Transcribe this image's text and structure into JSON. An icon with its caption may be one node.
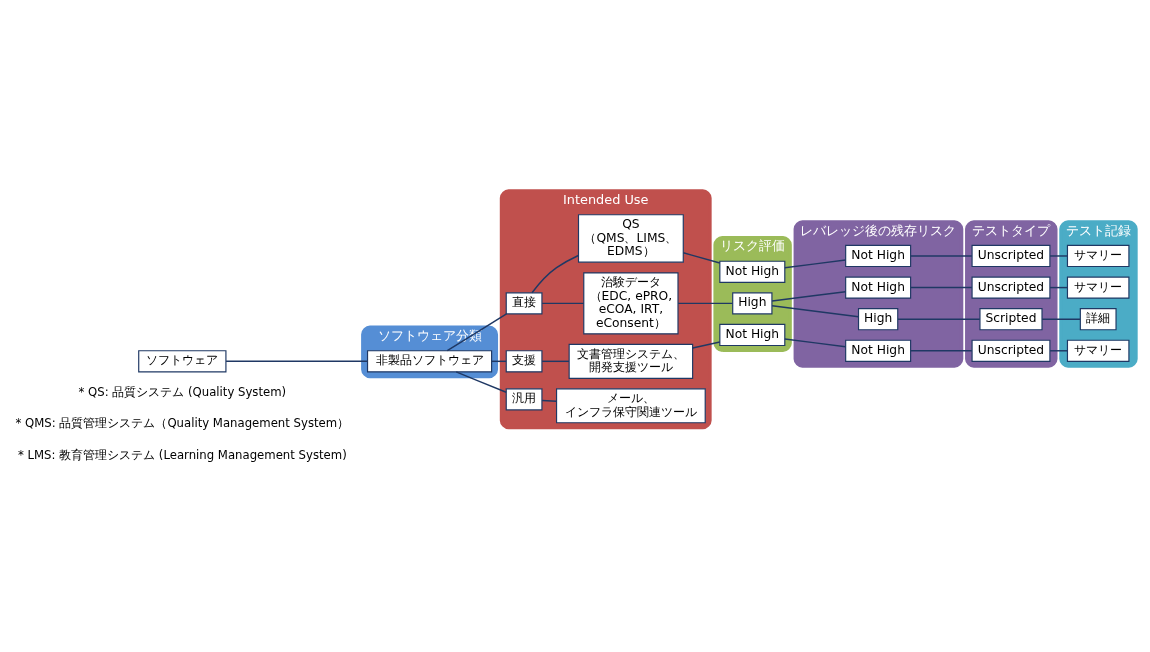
{
  "diagram": {
    "nodes": [
      {
        "text": [
          "ソフトウェア分類"
        ]
      },
      {
        "text": [
          "Intended Use"
        ]
      },
      {
        "text": [
          "リスク評価"
        ]
      },
      {
        "text": [
          "レバレッジ後の残存リスク"
        ]
      },
      {
        "text": [
          "テストタイプ"
        ]
      },
      {
        "text": [
          "テスト記録"
        ]
      },
      {
        "text": [
          "ソフトウェア"
        ]
      },
      {
        "text": [
          "非製品ソフトウェア"
        ],
        "in": 0
      },
      {
        "text": [
          "直接"
        ],
        "in": 1
      },
      {
        "text": [
          "支援"
        ],
        "in": 1
      },
      {
        "text": [
          "汎用"
        ],
        "in": 1
      },
      {
        "text": [
          "治験データ",
          "（EDC, ePRO, eCOA, IRT, eConsent）"
        ],
        "in": 1
      },
      {
        "text": [
          "QS",
          "（QMS、LIMS、EDMS）"
        ],
        "in": 1
      },
      {
        "text": [
          "文書管理システム、開発支援ツール"
        ],
        "in": 1
      },
      {
        "text": [
          "メール、インフラ保守関連ツール"
        ],
        "in": 1
      },
      {
        "text": [
          "High"
        ],
        "in": 2
      },
      {
        "text": [
          "Not High"
        ],
        "in": 2
      },
      {
        "text": [
          "Not High"
        ],
        "in": 2
      },
      {
        "text": [
          "High"
        ],
        "in": 3
      },
      {
        "text": [
          "Not High"
        ],
        "in": 3
      },
      {
        "text": [
          "Not High"
        ],
        "in": 3
      },
      {
        "text": [
          "Not High"
        ],
        "in": 3
      },
      {
        "text": [
          "Scripted"
        ],
        "in": 4
      },
      {
        "text": [
          "Unscripted"
        ],
        "in": 4
      },
      {
        "text": [
          "Unscripted"
        ],
        "in": 4
      },
      {
        "text": [
          "Unscripted"
        ],
        "in": 4
      },
      {
        "text": [
          "詳細"
        ],
        "in": 5
      },
      {
        "text": [
          "サマリー"
        ],
        "in": 5
      },
      {
        "text": [
          "サマリー"
        ],
        "in": 5
      },
      {
        "text": [
          "サマリー"
        ],
        "in": 5
      }
    ],
    "edges": [
      {
        "from": 6,
        "to": 7,
        "arrow": "none"
      },
      {
        "from": 7,
        "to": 8,
        "arrow": "none"
      },
      {
        "from": 7,
        "to": 9,
        "arrow": "none"
      },
      {
        "from": 7,
        "to": 10,
        "arrow": "none"
      },
      {
        "from": 8,
        "to": 11,
        "arrow": "none"
      },
      {
        "from": 8,
        "to": 12,
        "arrow": "none"
      },
      {
        "from": 9,
        "to": 13,
        "arrow": "none"
      },
      {
        "from": 10,
        "to": 14,
        "arrow": "none"
      },
      {
        "from": 11,
        "to": 15,
        "arrow": "none"
      },
      {
        "from": 12,
        "to": 16,
        "arrow": "none"
      },
      {
        "from": 13,
        "to": 17,
        "arrow": "none"
      },
      {
        "from": 15,
        "to": 18,
        "arrow": "none"
      },
      {
        "from": 15,
        "to": 19,
        "arrow": "none"
      },
      {
        "from": 16,
        "to": 20,
        "arrow": "none"
      },
      {
        "from": 17,
        "to": 21,
        "arrow": "none"
      },
      {
        "from": 18,
        "to": 22,
        "arrow": "none"
      },
      {
        "from": 19,
        "to": 23,
        "arrow": "none"
      },
      {
        "from": 20,
        "to": 24,
        "arrow": "none"
      },
      {
        "from": 21,
        "to": 25,
        "arrow": "none"
      },
      {
        "from": 22,
        "to": 26,
        "arrow": "none"
      },
      {
        "from": 23,
        "to": 27,
        "arrow": "none"
      },
      {
        "from": 24,
        "to": 28,
        "arrow": "none"
      },
      {
        "from": 25,
        "to": 29,
        "arrow": "none"
      }
    ],
    "labels": [
      "* QS: 品質システム (Quality System)",
      "* QMS: 品質管理システム（Quality Management System）",
      "* LMS: 教育管理システム (Learning Management System)"
    ]
  }
}
